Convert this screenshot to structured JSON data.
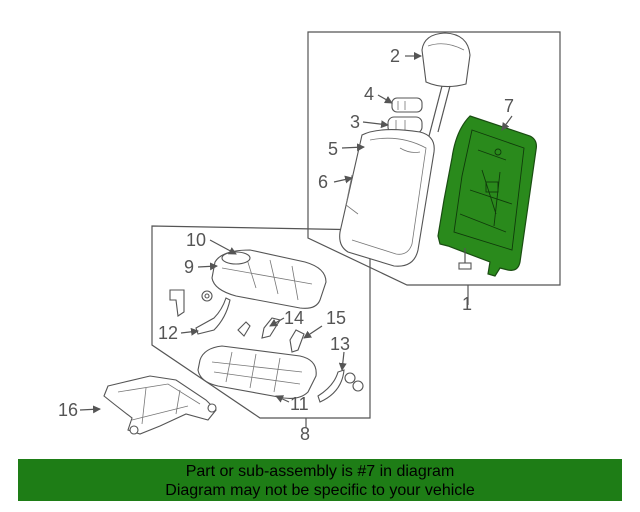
{
  "callouts": [
    "1",
    "2",
    "3",
    "4",
    "5",
    "6",
    "7",
    "8",
    "9",
    "10",
    "11",
    "12",
    "13",
    "14",
    "15",
    "16"
  ],
  "highlight_color": "#2a8a1c",
  "banner": {
    "line1": "Part or sub-assembly is #7 in diagram",
    "line2": "Diagram may not be specific to your vehicle",
    "background": "#1e7d16"
  }
}
